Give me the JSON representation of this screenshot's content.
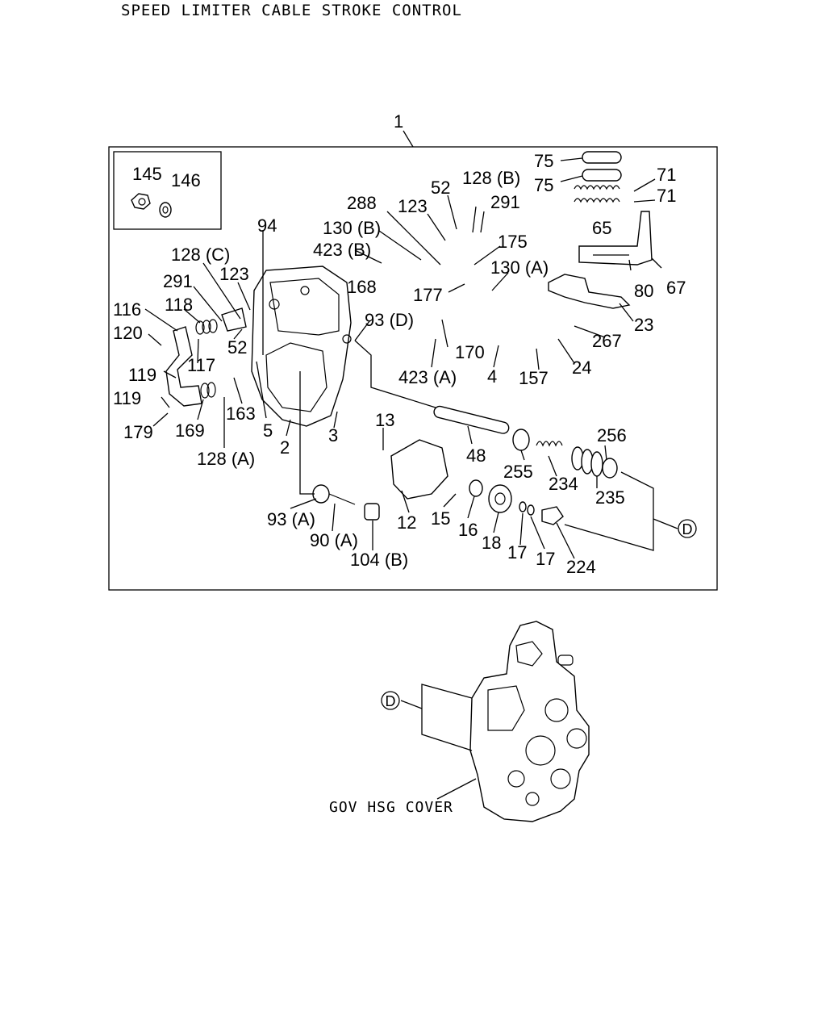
{
  "title": "SPEED LIMITER CABLE STROKE CONTROL",
  "assembly_label": "1",
  "view_marker": "D",
  "cover_label": "GOV HSG COVER",
  "parts": [
    {
      "id": "p145",
      "text": "145"
    },
    {
      "id": "p146",
      "text": "146"
    },
    {
      "id": "p75a",
      "text": "75"
    },
    {
      "id": "p75b",
      "text": "75"
    },
    {
      "id": "p71a",
      "text": "71"
    },
    {
      "id": "p71b",
      "text": "71"
    },
    {
      "id": "p52a",
      "text": "52"
    },
    {
      "id": "p128b",
      "text": "128 (B)"
    },
    {
      "id": "p288",
      "text": "288"
    },
    {
      "id": "p123a",
      "text": "123"
    },
    {
      "id": "p291a",
      "text": "291"
    },
    {
      "id": "p94",
      "text": "94"
    },
    {
      "id": "p130b",
      "text": "130 (B)"
    },
    {
      "id": "p175",
      "text": "175"
    },
    {
      "id": "p65",
      "text": "65"
    },
    {
      "id": "p423b",
      "text": "423 (B)"
    },
    {
      "id": "p130a",
      "text": "130 (A)"
    },
    {
      "id": "p128c",
      "text": "128 (C)"
    },
    {
      "id": "p123b",
      "text": "123"
    },
    {
      "id": "p168",
      "text": "168"
    },
    {
      "id": "p177",
      "text": "177"
    },
    {
      "id": "p80",
      "text": "80"
    },
    {
      "id": "p67",
      "text": "67"
    },
    {
      "id": "p291b",
      "text": "291"
    },
    {
      "id": "p116",
      "text": "116"
    },
    {
      "id": "p118",
      "text": "118"
    },
    {
      "id": "p93d",
      "text": "93 (D)"
    },
    {
      "id": "p23",
      "text": "23"
    },
    {
      "id": "p120",
      "text": "120"
    },
    {
      "id": "p52b",
      "text": "52"
    },
    {
      "id": "p170",
      "text": "170"
    },
    {
      "id": "p267",
      "text": "267"
    },
    {
      "id": "p117",
      "text": "117"
    },
    {
      "id": "p24",
      "text": "24"
    },
    {
      "id": "p119a",
      "text": "119"
    },
    {
      "id": "p423a",
      "text": "423 (A)"
    },
    {
      "id": "p4",
      "text": "4"
    },
    {
      "id": "p157",
      "text": "157"
    },
    {
      "id": "p119b",
      "text": "119"
    },
    {
      "id": "p163",
      "text": "163"
    },
    {
      "id": "p13",
      "text": "13"
    },
    {
      "id": "p179",
      "text": "179"
    },
    {
      "id": "p169",
      "text": "169"
    },
    {
      "id": "p5",
      "text": "5"
    },
    {
      "id": "p3",
      "text": "3"
    },
    {
      "id": "p256",
      "text": "256"
    },
    {
      "id": "p2",
      "text": "2"
    },
    {
      "id": "p48",
      "text": "48"
    },
    {
      "id": "p128a",
      "text": "128 (A)"
    },
    {
      "id": "p255",
      "text": "255"
    },
    {
      "id": "p234",
      "text": "234"
    },
    {
      "id": "p235",
      "text": "235"
    },
    {
      "id": "p93a",
      "text": "93 (A)"
    },
    {
      "id": "p12",
      "text": "12"
    },
    {
      "id": "p15",
      "text": "15"
    },
    {
      "id": "p16",
      "text": "16"
    },
    {
      "id": "p90a",
      "text": "90 (A)"
    },
    {
      "id": "p18",
      "text": "18"
    },
    {
      "id": "p17a",
      "text": "17"
    },
    {
      "id": "p17b",
      "text": "17"
    },
    {
      "id": "p104b",
      "text": "104 (B)"
    },
    {
      "id": "p224",
      "text": "224"
    }
  ]
}
